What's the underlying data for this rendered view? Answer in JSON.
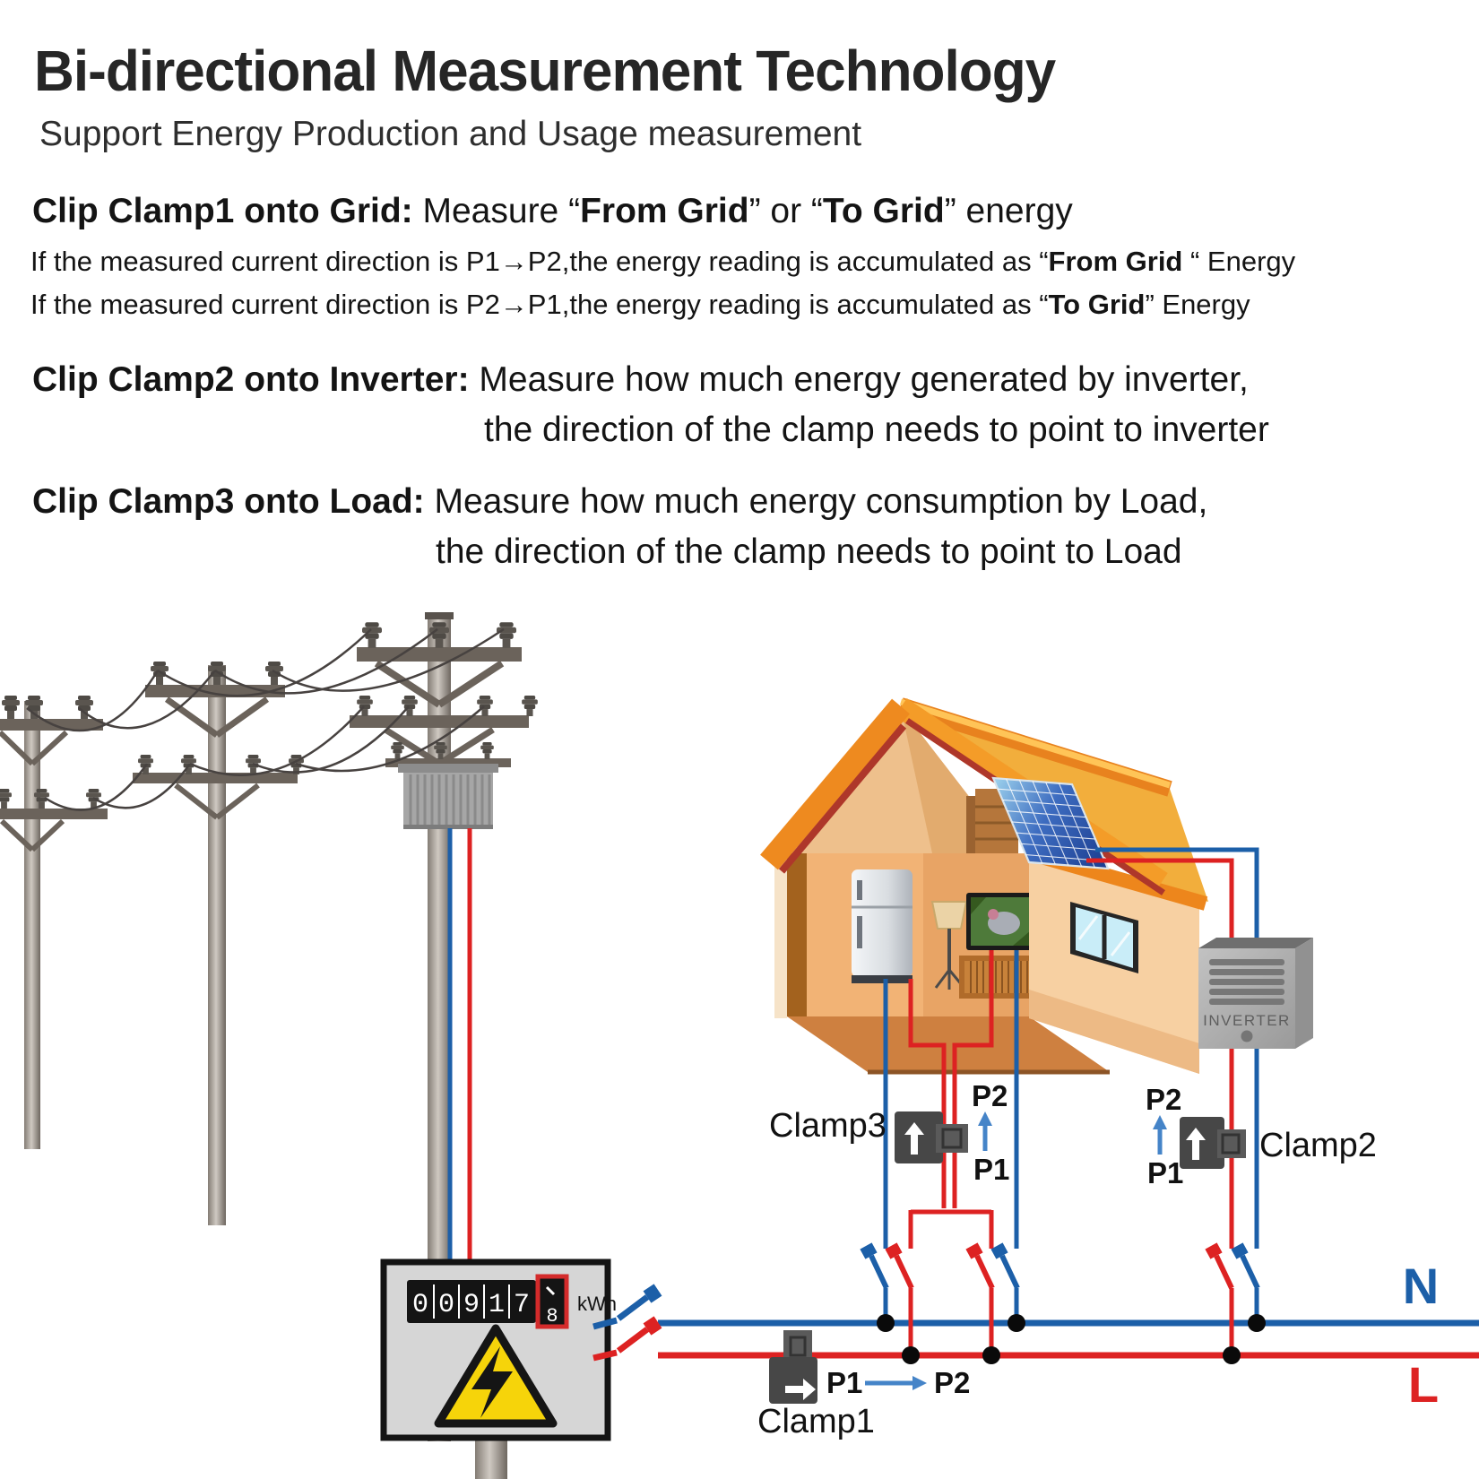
{
  "header": {
    "title": "Bi-directional Measurement Technology",
    "subtitle": "Support Energy Production and Usage measurement"
  },
  "instructions": {
    "clamp1": {
      "lead": "Clip Clamp1 onto Grid:",
      "m1": " Measure “",
      "b1": "From Grid",
      "m2": "” or “",
      "b2": "To Grid",
      "m3": "” energy",
      "l1a": "If the measured current direction is P1→P2,the energy reading is accumulated as “",
      "l1b": "From Grid",
      "l1c": " “ Energy",
      "l2a": "If the measured current direction is P2→P1,the energy reading is accumulated as “",
      "l2b": "To Grid",
      "l2c": "” Energy"
    },
    "clamp2": {
      "lead": "Clip Clamp2 onto Inverter:",
      "rest": " Measure how much energy generated by inverter,",
      "cont": "the direction of the clamp needs to point to inverter"
    },
    "clamp3": {
      "lead": "Clip Clamp3 onto Load:",
      "rest": " Measure how much energy consumption by Load,",
      "cont": "the direction of the clamp needs to point to Load"
    }
  },
  "diagram": {
    "meter": {
      "digits": [
        "0",
        "0",
        "9",
        "1",
        "7"
      ],
      "rolling": "8",
      "unit": "kWh"
    },
    "inverter": {
      "label": "INVERTER"
    },
    "clamp1": {
      "label": "Clamp1",
      "p1": "P1",
      "p2": "P2"
    },
    "clamp2": {
      "label": "Clamp2",
      "p1": "P1",
      "p2": "P2"
    },
    "clamp3": {
      "label": "Clamp3",
      "p1": "P1",
      "p2": "P2"
    },
    "bus": {
      "neutral": "N",
      "line": "L"
    },
    "colors": {
      "neutral": "#1C5FA8",
      "line": "#DD2222",
      "roof": "#ED861C",
      "panel": "#2C5BA7",
      "warning": "#F6D40A"
    }
  }
}
